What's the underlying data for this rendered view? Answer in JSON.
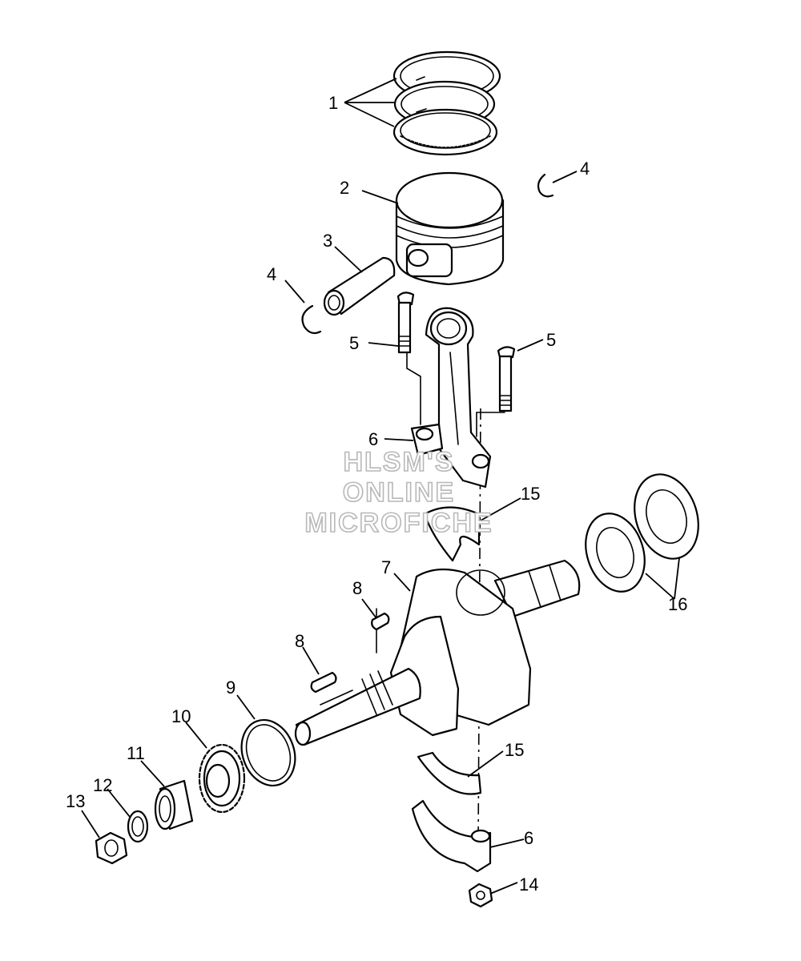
{
  "watermark": {
    "lines": [
      "HLSM'S",
      "ONLINE",
      "MICROFICHE"
    ],
    "stroke_color": "#b8b8b8"
  },
  "callouts": [
    {
      "id": "c1",
      "label": "1"
    },
    {
      "id": "c2",
      "label": "2"
    },
    {
      "id": "c3",
      "label": "3"
    },
    {
      "id": "c4a",
      "label": "4"
    },
    {
      "id": "c4b",
      "label": "4"
    },
    {
      "id": "c5a",
      "label": "5"
    },
    {
      "id": "c5b",
      "label": "5"
    },
    {
      "id": "c6a",
      "label": "6"
    },
    {
      "id": "c6b",
      "label": "6"
    },
    {
      "id": "c7",
      "label": "7"
    },
    {
      "id": "c8a",
      "label": "8"
    },
    {
      "id": "c8b",
      "label": "8"
    },
    {
      "id": "c9",
      "label": "9"
    },
    {
      "id": "c10",
      "label": "10"
    },
    {
      "id": "c11",
      "label": "11"
    },
    {
      "id": "c12",
      "label": "12"
    },
    {
      "id": "c13",
      "label": "13"
    },
    {
      "id": "c14",
      "label": "14"
    },
    {
      "id": "c15a",
      "label": "15"
    },
    {
      "id": "c15b",
      "label": "15"
    },
    {
      "id": "c16",
      "label": "16"
    }
  ]
}
